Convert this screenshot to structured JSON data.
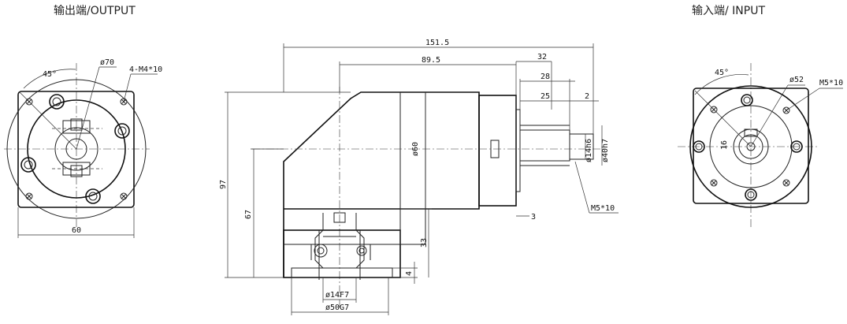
{
  "titles": {
    "output": "输出端/OUTPUT",
    "input": "输入端/ INPUT"
  },
  "output_view": {
    "angle": "45°",
    "diameter": "ø70",
    "bolt": "4-M4*10",
    "width": "60"
  },
  "side_view": {
    "total_length": "151.5",
    "length_2": "89.5",
    "len_32": "32",
    "len_28": "28",
    "len_25": "25",
    "len_2": "2",
    "dia_60": "ø60",
    "dia_14": "ø14h6",
    "dia_40": "ø40h7",
    "thread": "M5*10",
    "height_97": "97",
    "height_67": "67",
    "height_33": "33",
    "dim_3": "3",
    "dim_4": "4",
    "bore": "ø14F7",
    "pilot": "ø50G7"
  },
  "input_view": {
    "angle": "45°",
    "diameter": "ø52",
    "thread": "M5*10",
    "dim_16": "16"
  }
}
